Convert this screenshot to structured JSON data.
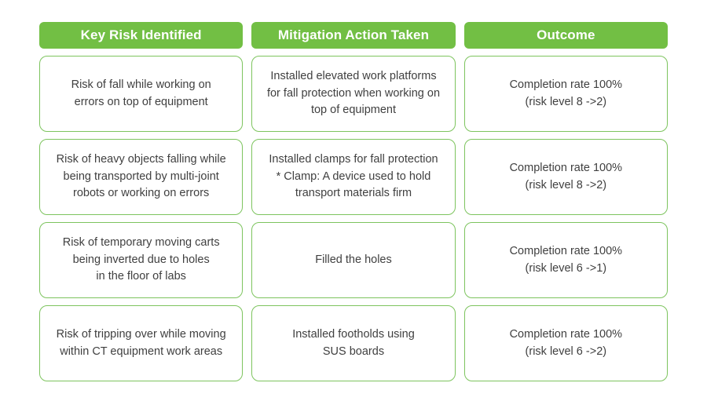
{
  "colors": {
    "header_green": "#72bf44",
    "border_green": "#7dc45e",
    "text_gray": "#404040",
    "header_text": "#ffffff",
    "page_background": "#ffffff"
  },
  "table": {
    "headers": [
      "Key Risk Identified",
      "Mitigation Action Taken",
      "Outcome"
    ],
    "rows": [
      {
        "risk": "Risk of fall while working on\nerrors on top of equipment",
        "mitigation": "Installed elevated work platforms\nfor fall protection when working on\ntop of equipment",
        "outcome": "Completion rate 100%\n(risk level 8 ->2)"
      },
      {
        "risk": "Risk of heavy objects falling while\nbeing transported by multi-joint\nrobots or working on errors",
        "mitigation": "Installed clamps for fall protection\n* Clamp: A device used to hold\ntransport materials firm",
        "outcome": "Completion rate 100%\n(risk level 8 ->2)"
      },
      {
        "risk": "Risk of temporary moving carts\nbeing inverted due to holes\nin the floor of labs",
        "mitigation": "Filled the holes",
        "outcome": "Completion rate 100%\n(risk level 6 ->1)"
      },
      {
        "risk": "Risk of tripping over while moving\nwithin CT equipment work areas",
        "mitigation": "Installed footholds using\nSUS boards",
        "outcome": "Completion rate 100%\n(risk level 6 ->2)"
      }
    ]
  }
}
